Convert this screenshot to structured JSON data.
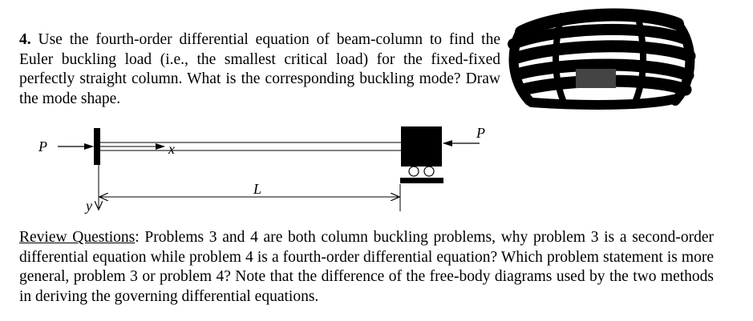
{
  "problem": {
    "number": "4.",
    "text": "Use the fourth-order differential equation of beam-column to find the Euler buckling load (i.e., the smallest critical load) for the fixed-fixed perfectly straight column. What is the corresponding buckling mode? Draw the mode shape."
  },
  "figure": {
    "load_left_label": "P",
    "load_right_label": "P",
    "x_axis_label": "x",
    "y_axis_label": "y",
    "length_label": "L"
  },
  "review": {
    "label": "Review Questions",
    "text": ": Problems 3 and 4 are both column buckling problems, why problem 3 is a second-order differential equation while problem 4 is a fourth-order differential equation? Which problem statement is more general, problem 3 or problem 4? Note that the difference of the free-body diagrams used by the two methods in deriving the governing differential equations."
  },
  "colors": {
    "ink": "#000000",
    "redaction_box": "#444444",
    "background": "#ffffff"
  }
}
